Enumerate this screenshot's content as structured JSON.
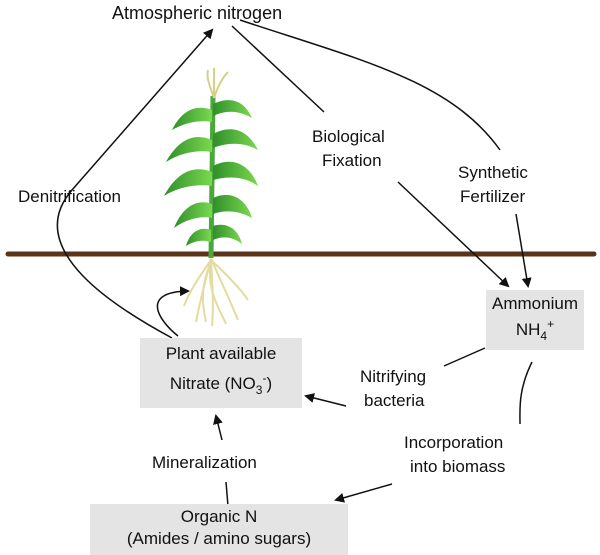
{
  "labels": {
    "atmospheric": "Atmospheric nitrogen",
    "denitrification": "Denitrification",
    "bio_fixation_1": "Biological",
    "bio_fixation_2": "Fixation",
    "synthetic_1": "Synthetic",
    "synthetic_2": "Fertilizer",
    "nitrifying_1": "Nitrifying",
    "nitrifying_2": "bacteria",
    "incorporation_1": "Incorporation",
    "incorporation_2": "into biomass",
    "mineralization": "Mineralization"
  },
  "boxes": {
    "ammonium": {
      "line1": "Ammonium",
      "formula_base": "NH",
      "formula_sub": "4",
      "formula_sup": "+"
    },
    "nitrate": {
      "line1": "Plant available",
      "formula_prefix": "Nitrate (NO",
      "formula_sub": "3",
      "formula_sup": "-",
      "formula_suffix": ")"
    },
    "organic": {
      "line1": "Organic N",
      "line2": "(Amides / amino sugars)"
    }
  },
  "colors": {
    "soil_line": "#5a3318",
    "box_fill": "#e4e4e4",
    "arrow": "#111111",
    "leaf_dark": "#2f8f2a",
    "leaf_light": "#6fd24a",
    "root": "#e3dba0"
  },
  "icons": [
    "corn-plant-icon",
    "roots-icon"
  ]
}
